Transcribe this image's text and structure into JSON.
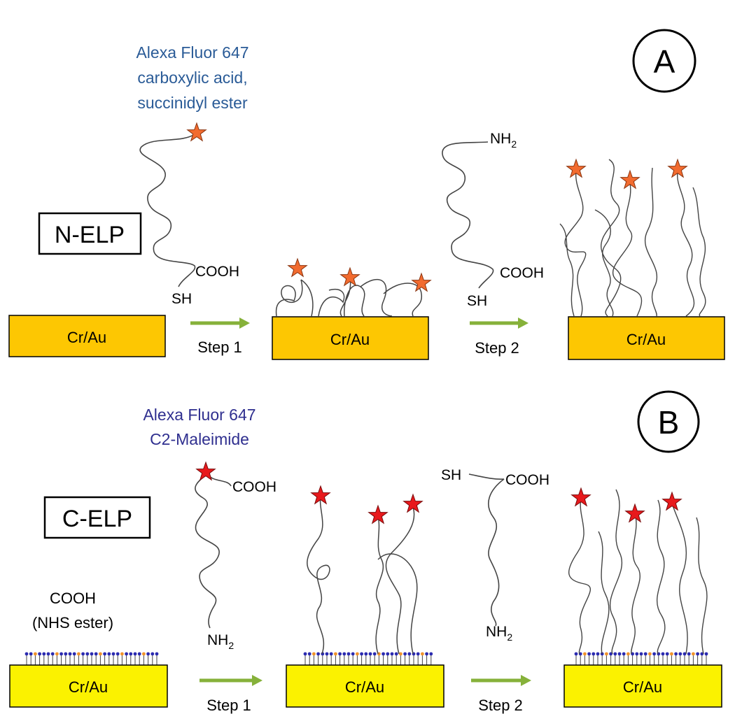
{
  "panel_a": {
    "circle_label": "A",
    "box_label": "N-ELP",
    "dye_line1": "Alexa Fluor 647",
    "dye_line2": "carboxylic acid,",
    "dye_line3": "succinidyl ester",
    "cooh": "COOH",
    "sh": "SH",
    "nh2_base": "NH",
    "nh2_sub": "2",
    "sh2": "SH",
    "cooh2": "COOH",
    "substrate": "Cr/Au",
    "step1": "Step 1",
    "step2": "Step 2",
    "dye_color": "#2a5b97",
    "substrate_color": "#fdc702",
    "star_color": "#f26b2f"
  },
  "panel_b": {
    "circle_label": "B",
    "box_label": "C-ELP",
    "dye_line1": "Alexa Fluor  647",
    "dye_line2": "C2-Maleimide",
    "cooh_top": "COOH",
    "nh2_base": "NH",
    "nh2_sub": "2",
    "sh_top": "SH",
    "cooh_top2": "COOH",
    "nh2b_base": "NH",
    "nh2b_sub": "2",
    "surface_line1": "COOH",
    "surface_line2": "(NHS ester)",
    "substrate": "Cr/Au",
    "step1": "Step 1",
    "step2": "Step 2",
    "dye_color": "#2f2f8f",
    "substrate_color": "#fbf200",
    "star_color": "#e8191c"
  }
}
